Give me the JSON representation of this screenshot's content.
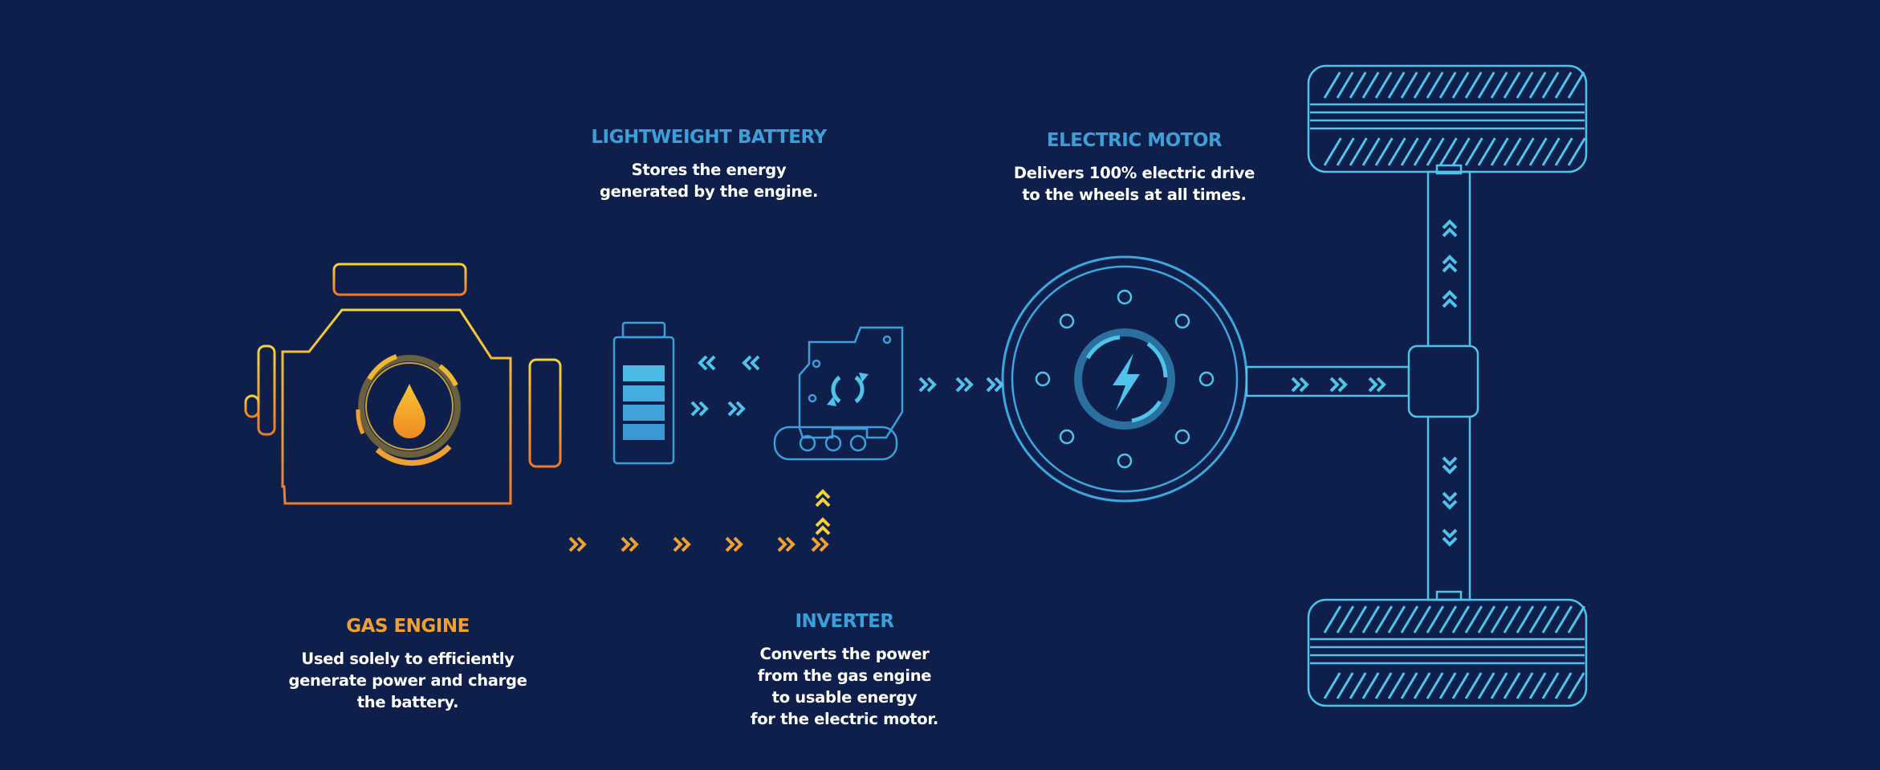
{
  "battery": {
    "title": "LIGHTWEIGHT BATTERY",
    "lines": [
      "Stores the energy",
      "generated by the engine."
    ]
  },
  "motor": {
    "title": "ELECTRIC MOTOR",
    "lines": [
      "Delivers 100% electric drive",
      "to the wheels at all times."
    ]
  },
  "engine": {
    "title": "GAS ENGINE",
    "lines": [
      "Used solely to efficiently",
      "generate power and charge",
      "the battery."
    ]
  },
  "inverter": {
    "title": "INVERTER",
    "lines": [
      "Converts the power",
      "from the gas engine",
      "to usable energy",
      "for the electric motor."
    ]
  },
  "colors": {
    "background": "#0e1f4c",
    "blue": "#3d9fd8",
    "cyan": "#4fc3ea",
    "orange": "#f0a030",
    "yellow": "#f5d23a"
  },
  "icons": [
    "engine-icon",
    "fuel-drop-icon",
    "battery-icon",
    "inverter-icon",
    "electric-motor-icon",
    "lightning-bolt-icon",
    "wheel-axle-icon",
    "chevron-arrows-icon"
  ]
}
